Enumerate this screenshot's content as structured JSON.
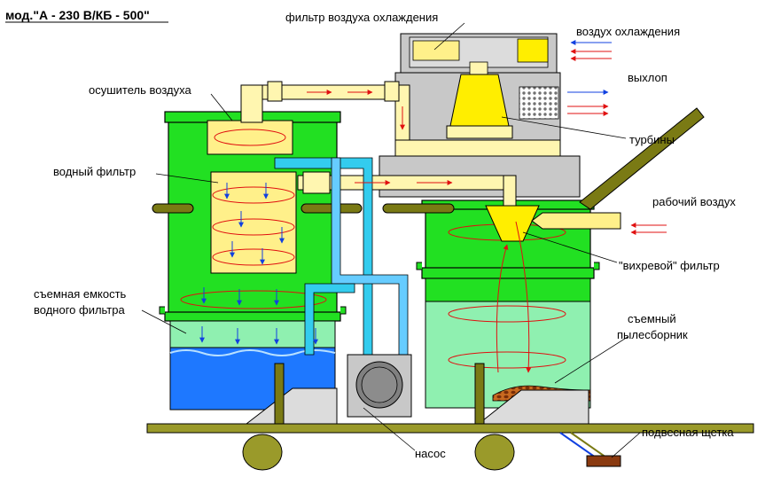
{
  "title": "мод.\"А - 230 В/КБ - 500\"",
  "labels": {
    "cooling_air_filter": "фильтр воздуха охлаждения",
    "cooling_air": "воздух охлаждения",
    "exhaust": "выхлоп",
    "air_dryer": "осушитель воздуха",
    "turbines": "турбины",
    "water_filter": "водный фильтр",
    "working_air": "рабочий воздух",
    "vortex_filter": "\"вихревой\" фильтр",
    "removable_tank_line1": "съемная емкость",
    "removable_tank_line2": "водного фильтра",
    "removable_dust_line1": "съемный",
    "removable_dust_line2": "пылесборник",
    "pump": "насос",
    "hanging_brush": "подвесная щетка"
  },
  "colors": {
    "tank_green": "#22e022",
    "tank_light_green": "#8ff0b0",
    "water_blue": "#1e78ff",
    "light_water": "#66ccff",
    "filter_yellow": "#fff08a",
    "cream": "#fff6b0",
    "bright_yellow": "#ffee00",
    "olive": "#7a7a14",
    "olive_light": "#9a9a2a",
    "grey": "#c8c8c8",
    "dark_grey": "#808080",
    "pipe_cyan": "#33ccee",
    "red_arrow": "#e01010",
    "blue_arrow": "#1040e0",
    "dirt_brown": "#8a3a10"
  }
}
